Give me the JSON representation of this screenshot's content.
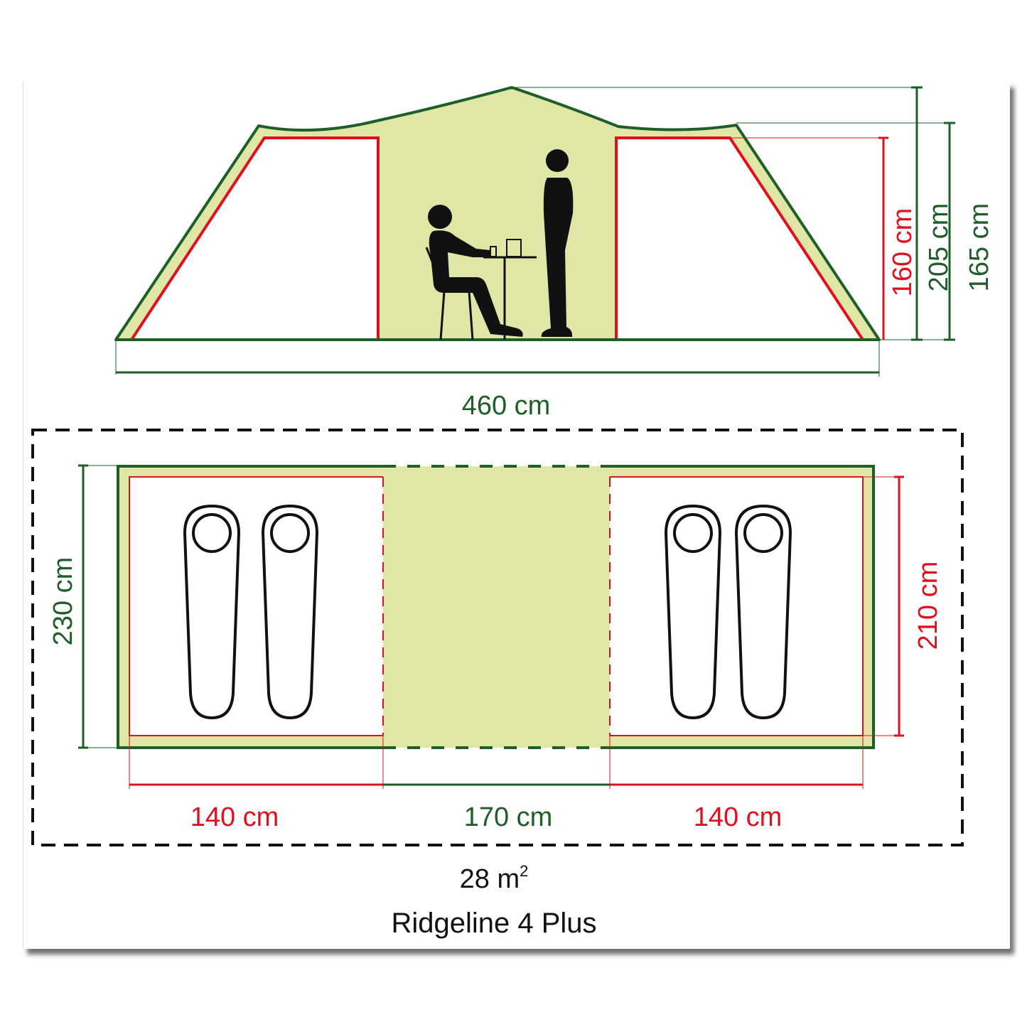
{
  "colors": {
    "green": "#1e5e28",
    "red": "#e0101e",
    "fill": "#dfe6a6",
    "black": "#111111"
  },
  "side_view": {
    "labels": {
      "length": "460 cm",
      "bedroom_height": "160 cm",
      "ridge_height": "205 cm",
      "eave_height": "165 cm"
    },
    "figures": [
      "seated-person",
      "table",
      "standing-person"
    ]
  },
  "floor_plan": {
    "labels": {
      "width_total": "230 cm",
      "bedroom_width": "210 cm",
      "left_bedroom_length": "140 cm",
      "living_length": "170 cm",
      "right_bedroom_length": "140 cm"
    },
    "sleeping_bags": 4
  },
  "footer": {
    "area_value": "28 m",
    "area_sup": "2",
    "model_name": "Ridgeline 4 Plus"
  },
  "chart_data": {
    "type": "table",
    "title": "Ridgeline 4 Plus",
    "dimensions": {
      "total_length_cm": 460,
      "ridge_height_cm": 205,
      "eave_height_cm": 165,
      "bedroom_height_cm": 160,
      "total_width_cm": 230,
      "bedroom_width_cm": 210,
      "left_bedroom_length_cm": 140,
      "living_area_length_cm": 170,
      "right_bedroom_length_cm": 140,
      "footprint_area_m2": 28
    }
  }
}
